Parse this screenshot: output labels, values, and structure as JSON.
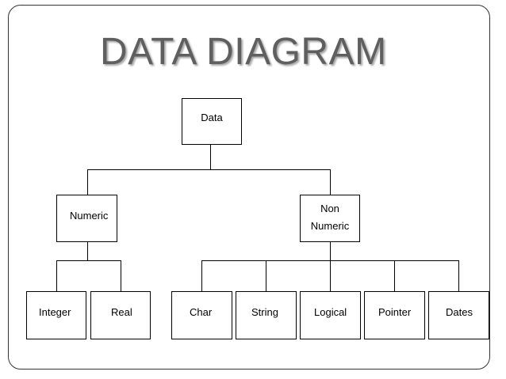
{
  "title": "DATA DIAGRAM",
  "nodes": {
    "root": "Data",
    "numeric": "Numeric",
    "non_numeric_line1": "Non",
    "non_numeric_line2": "Numeric",
    "integer": "Integer",
    "real": "Real",
    "char": "Char",
    "string": "String",
    "logical": "Logical",
    "pointer": "Pointer",
    "dates": "Dates"
  },
  "colors": {
    "title": "#5f5f5f",
    "lines": "#000000",
    "frame": "#333333"
  }
}
